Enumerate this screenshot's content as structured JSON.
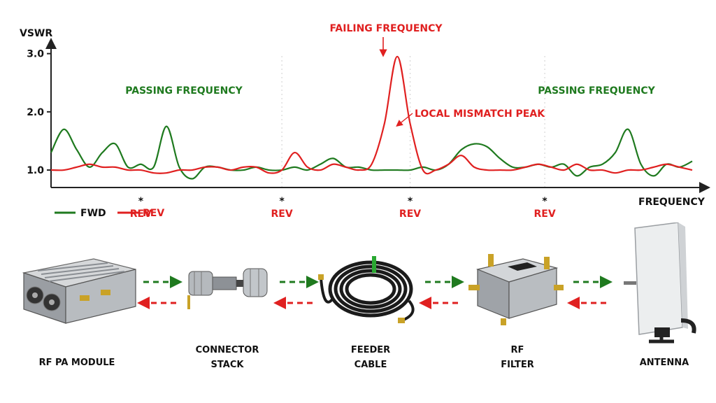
{
  "chart_data": {
    "type": "line",
    "ylabel": "VSWR",
    "xlabel": "FREQUENCY",
    "yticks": [
      "3.0",
      "2.0",
      "1.0"
    ],
    "ylim": [
      0.7,
      3.2
    ],
    "grid": "dotted vertical",
    "legend": "bottom-left",
    "series": [
      {
        "name": "FWD",
        "color": "#1f7a1f",
        "x": [
          0,
          2,
          4,
          6,
          8,
          10,
          12,
          14,
          16,
          18,
          20,
          22,
          24,
          26,
          28,
          30,
          32,
          34,
          36,
          38,
          40,
          42,
          44,
          46,
          48,
          50,
          52,
          54,
          56,
          58,
          60,
          62,
          64,
          66,
          68,
          70,
          72,
          74,
          76,
          78,
          80,
          82,
          84,
          86,
          88,
          90,
          92,
          94,
          96,
          98,
          100
        ],
        "values": [
          1.3,
          1.7,
          1.35,
          1.05,
          1.3,
          1.45,
          1.05,
          1.1,
          1.05,
          1.75,
          1.05,
          0.85,
          1.05,
          1.05,
          1.0,
          1.0,
          1.05,
          1.0,
          1.0,
          1.05,
          1.0,
          1.1,
          1.2,
          1.05,
          1.05,
          1.0,
          1.0,
          1.0,
          1.0,
          1.05,
          1.0,
          1.1,
          1.35,
          1.45,
          1.4,
          1.2,
          1.05,
          1.05,
          1.1,
          1.05,
          1.1,
          0.9,
          1.05,
          1.1,
          1.3,
          1.7,
          1.1,
          0.9,
          1.1,
          1.05,
          1.15
        ]
      },
      {
        "name": "REV",
        "color": "#e02020",
        "x": [
          0,
          2,
          4,
          6,
          8,
          10,
          12,
          14,
          16,
          18,
          20,
          22,
          24,
          26,
          28,
          30,
          32,
          34,
          36,
          38,
          40,
          42,
          44,
          46,
          48,
          50,
          52,
          54,
          56,
          58,
          60,
          62,
          64,
          66,
          68,
          70,
          72,
          74,
          76,
          78,
          80,
          82,
          84,
          86,
          88,
          90,
          92,
          94,
          96,
          98,
          100
        ],
        "values": [
          1.0,
          1.0,
          1.05,
          1.1,
          1.05,
          1.05,
          1.0,
          1.0,
          0.95,
          0.95,
          1.0,
          1.0,
          1.05,
          1.05,
          1.0,
          1.05,
          1.05,
          0.95,
          1.0,
          1.3,
          1.05,
          1.0,
          1.1,
          1.05,
          1.0,
          1.1,
          1.8,
          2.95,
          1.8,
          1.0,
          1.0,
          1.1,
          1.25,
          1.05,
          1.0,
          1.0,
          1.0,
          1.05,
          1.1,
          1.05,
          1.0,
          1.1,
          1.0,
          1.0,
          0.95,
          1.0,
          1.0,
          1.05,
          1.1,
          1.05,
          1.0
        ]
      }
    ],
    "annotations": {
      "failing": "FAILING FREQUENCY",
      "mismatch": "LOCAL MISMATCH PEAK",
      "passing_left": "PASSING FREQUENCY",
      "passing_right": "PASSING FREQUENCY"
    },
    "markers": {
      "star": "*",
      "rev": "REV",
      "positions": [
        14,
        36,
        56,
        77
      ]
    }
  },
  "components": [
    {
      "id": "pa",
      "label": "RF PA MODULE"
    },
    {
      "id": "conn",
      "label": "CONNECTOR\nSTACK"
    },
    {
      "id": "cable",
      "label": "FEEDER\nCABLE"
    },
    {
      "id": "filter",
      "label": "RF\nFILTER"
    },
    {
      "id": "antenna",
      "label": "ANTENNA"
    }
  ],
  "colors": {
    "fwd": "#1f7a1f",
    "rev": "#e02020",
    "axis": "#222222"
  }
}
